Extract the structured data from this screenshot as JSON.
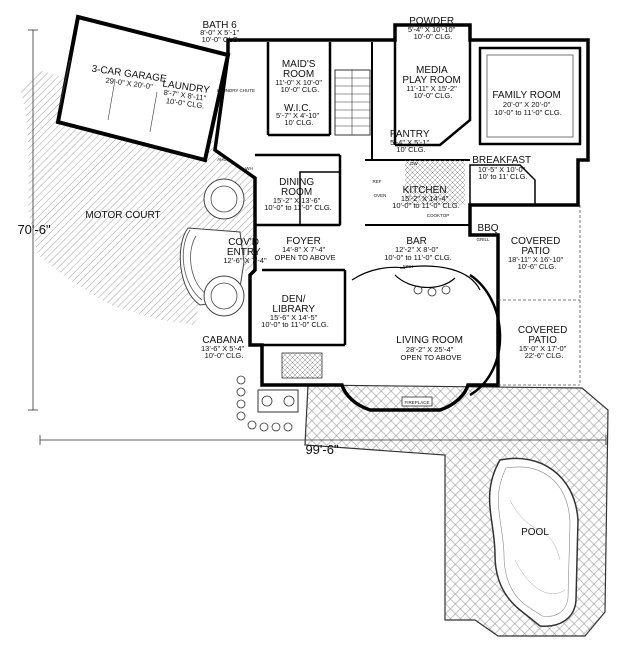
{
  "rooms": [
    {
      "id": "garage",
      "lines": [
        "3-CAR GARAGE",
        "29'-0\" X 20'-0\""
      ]
    },
    {
      "id": "laundry",
      "lines": [
        "LAUNDRY",
        "8'-7\" X 8'-11\"",
        "10'-0\" CLG."
      ]
    },
    {
      "id": "bath6",
      "lines": [
        "BATH 6",
        "8'-0\" X 5'-1\"",
        "10'-0\" CLG."
      ]
    },
    {
      "id": "maids",
      "lines": [
        "MAID'S",
        "ROOM",
        "11'-0\" X 10'-0\"",
        "10'-0\" CLG."
      ]
    },
    {
      "id": "wic",
      "lines": [
        "W.I.C.",
        "5'-7\" X 4'-10\"",
        "10' CLG."
      ]
    },
    {
      "id": "powder",
      "lines": [
        "POWDER",
        "5'-4\" X 10'-10\"",
        "10'-0\" CLG."
      ]
    },
    {
      "id": "media",
      "lines": [
        "MEDIA",
        "PLAY ROOM",
        "11'-11\" X 15'-2\"",
        "10'-0\" CLG."
      ]
    },
    {
      "id": "family",
      "lines": [
        "FAMILY ROOM",
        "20'-0\" X 20'-0\"",
        "10'-0\" to 11'-0\" CLG."
      ]
    },
    {
      "id": "pantry",
      "lines": [
        "PANTRY",
        "5'-4\" X 5'-1\"",
        "10' CLG."
      ]
    },
    {
      "id": "breakfast",
      "lines": [
        "BREAKFAST",
        "10'-5\" X 10'-0\"",
        "10' to 11' CLG."
      ]
    },
    {
      "id": "dining",
      "lines": [
        "DINING",
        "ROOM",
        "15'-2\" X 13'-6\"",
        "10'-0\" to 11'-0\" CLG."
      ]
    },
    {
      "id": "kitchen",
      "lines": [
        "KITCHEN",
        "15'-2\" X 14'-4\"",
        "10'-0\" to 11'-0\" CLG."
      ]
    },
    {
      "id": "motor",
      "lines": [
        "MOTOR COURT"
      ]
    },
    {
      "id": "covd-entry",
      "lines": [
        "COV'D",
        "ENTRY",
        "12'-6\" X 7'-4\""
      ]
    },
    {
      "id": "foyer",
      "lines": [
        "FOYER",
        "14'-8\" X 7'-4\"",
        "OPEN TO ABOVE"
      ]
    },
    {
      "id": "bar",
      "lines": [
        "BAR",
        "12'-2\" X 8'-0\"",
        "10'-0\" to 11'-0\" CLG."
      ]
    },
    {
      "id": "bbq",
      "lines": [
        "BBQ"
      ]
    },
    {
      "id": "patio1",
      "lines": [
        "COVERED",
        "PATIO",
        "18'-11\" X 16'-10\"",
        "10'-6\" CLG."
      ]
    },
    {
      "id": "den",
      "lines": [
        "DEN/",
        "LIBRARY",
        "15'-6\" X 14'-5\"",
        "10'-0\" to 11'-0\" CLG."
      ]
    },
    {
      "id": "cabana",
      "lines": [
        "CABANA",
        "13'-6\" X 5'-4\"",
        "10'-0\" CLG."
      ]
    },
    {
      "id": "living",
      "lines": [
        "LIVING ROOM",
        "28'-2\" X 25'-4\"",
        "OPEN TO ABOVE"
      ]
    },
    {
      "id": "patio2",
      "lines": [
        "COVERED",
        "PATIO",
        "15'-0\" X 17'-0\"",
        "22'-6\" CLG."
      ]
    },
    {
      "id": "pool",
      "lines": [
        "POOL"
      ]
    }
  ],
  "dimensions": {
    "depth": "70'-6\"",
    "width": "99'-6\""
  },
  "fixtures": {
    "fireplace": "FIREPLACE",
    "cooktop": "COOKTOP",
    "dw": "DW",
    "sink": "SINK",
    "ref": "REF",
    "oven": "OVEN",
    "grill": "GRILL",
    "ahu": "AHU",
    "wh": "WH",
    "laundry_chute": "LAUNDRY CHUTE"
  }
}
